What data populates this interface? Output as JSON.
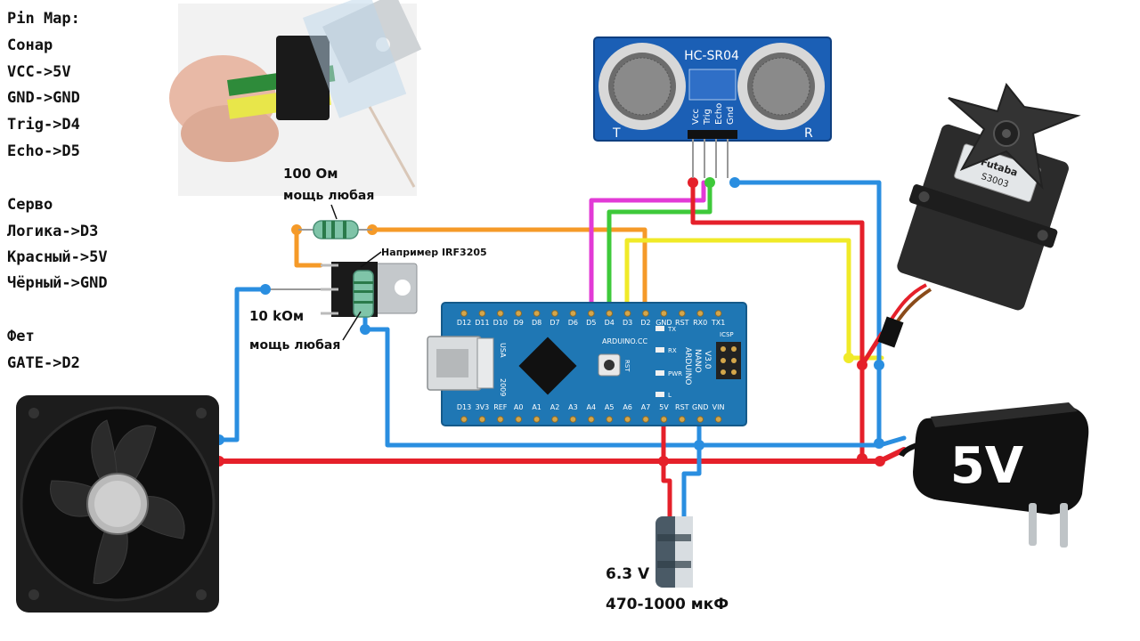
{
  "pinmap": {
    "title": "Pin Map:",
    "lines": [
      "Сонар",
      "VCC->5V",
      "GND->GND",
      "Trig->D4",
      "Echo->D5",
      "",
      "Серво",
      "Логика->D3",
      "Красный->5V",
      "Чёрный->GND",
      "",
      "Фет",
      "GATE->D2"
    ]
  },
  "labels": {
    "r100_line1": "100 Ом",
    "r100_line2": "мощь любая",
    "mosfet": "Например IRF3205",
    "r10k_line1": "10 kОм",
    "r10k_line2": "мощь любая",
    "cap_line1": "6.3 V",
    "cap_line2": "470-1000 мкФ",
    "psu": "5V"
  },
  "sonar": {
    "model": "HC-SR04",
    "left_mark": "T",
    "right_mark": "R",
    "pins": [
      "Vcc",
      "Trig",
      "Echo",
      "Gnd"
    ]
  },
  "servo": {
    "brand": "Futaba",
    "model": "S3003"
  },
  "arduino": {
    "top_pins": [
      "D12",
      "D11",
      "D10",
      "D9",
      "D8",
      "D7",
      "D6",
      "D5",
      "D4",
      "D3",
      "D2",
      "GND",
      "RST",
      "RX0",
      "TX1"
    ],
    "bottom_pins": [
      "D13",
      "3V3",
      "REF",
      "A0",
      "A1",
      "A2",
      "A3",
      "A4",
      "A5",
      "A6",
      "A7",
      "5V",
      "RST",
      "GND",
      "VIN"
    ],
    "brand": "ARDUINO.CC",
    "board_text": [
      "ARDUINO",
      "NANO",
      "V3.0"
    ],
    "usa": "USA",
    "year": "2009",
    "leds": [
      "TX",
      "RX",
      "PWR",
      "L"
    ],
    "rst": "RST",
    "icsp": "ICSP"
  },
  "colors": {
    "red": "#e5202a",
    "blue": "#2a8ee0",
    "magenta": "#e23ad6",
    "green": "#3ec93a",
    "yellow": "#f0ea28",
    "orange": "#f59a28",
    "board": "#1f77b4",
    "sonar_board": "#1b5fb5"
  }
}
